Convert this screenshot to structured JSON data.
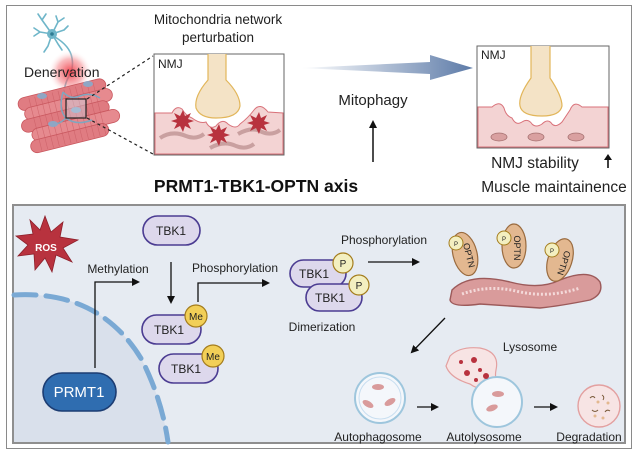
{
  "top_panel": {
    "denervation_label": "Denervation",
    "perturbation_title_line1": "Mitochondria network",
    "perturbation_title_line2": "perturbation",
    "nmj_left_label": "NMJ",
    "nmj_right_label": "NMJ",
    "mitophagy_label": "Mitophagy",
    "axis_title": "PRMT1-TBK1-OPTN axis",
    "outcome_line1": "NMJ stability",
    "outcome_line1_icon": "up-arrow-icon",
    "outcome_line2": "Muscle maintainence"
  },
  "bottom_panel": {
    "ros_label": "ROS",
    "methylation_label": "Methylation",
    "phosphorylation_label_1": "Phosphorylation",
    "phosphorylation_label_2": "Phosphorylation",
    "prmt1_label": "PRMT1",
    "tbk1_label": "TBK1",
    "me_label": "Me",
    "p_label": "P",
    "optn_label": "OPTN",
    "dimerization_label": "Dimerization",
    "lysosome_label": "Lysosome",
    "autophagosome_label": "Autophagosome",
    "autolysosome_label": "Autolysosome",
    "degradation_label": "Degradation"
  },
  "colors": {
    "prmt1_fill": "#2f6db0",
    "tbk1_fill": "#ddd8ec",
    "tbk1_stroke": "#4b3c92",
    "mod_fill": "#f2cf57",
    "p_fill": "#f3efc0",
    "ros_fill": "#b8323e",
    "muscle_pink": "#f3d3d3",
    "optn_fill": "#e3b890",
    "arrow_blue": "#5d7ba8",
    "membrane_blue": "#7aa9d4"
  }
}
